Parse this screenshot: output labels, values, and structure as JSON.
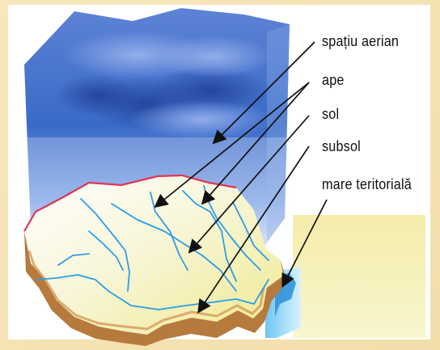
{
  "diagram": {
    "labels": {
      "airspace": "spațiu aerian",
      "waters": "ape",
      "soil": "sol",
      "subsoil": "subsol",
      "territorial_sea": "mare teritorială"
    }
  },
  "colors": {
    "sky_top": "#3b69c6",
    "sky_bottom": "#d7e7ff",
    "border_red": "#df3557",
    "river_blue": "#2b9de8",
    "land_yellow": "#f2f0a2",
    "soil_brown": "#b67a3d",
    "sea_blue": "#6fc6f2"
  }
}
